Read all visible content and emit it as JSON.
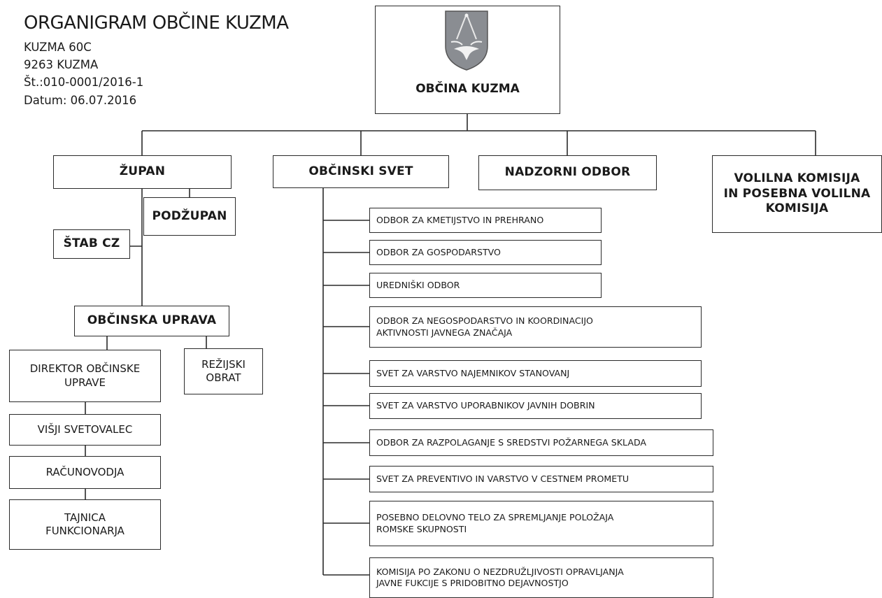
{
  "header": {
    "title": "ORGANIGRAM OBČINE KUZMA",
    "address": "KUZMA 60C",
    "postal": "9263 KUZMA",
    "number": "Št.:010-0001/2016-1",
    "date": "Datum: 06.07.2016"
  },
  "root": {
    "label": "OBČINA KUZMA",
    "crest_icon": "coat-of-arms"
  },
  "top_units": {
    "zupan": "ŽUPAN",
    "obcinski_svet": "OBČINSKI SVET",
    "nadzorni_odbor": "NADZORNI ODBOR",
    "volilna_komisija": "VOLILNA KOMISIJA\nIN POSEBNA VOLILNA\nKOMISIJA"
  },
  "zupan_branch": {
    "podzupan": "PODŽUPAN",
    "stab_cz": "ŠTAB CZ",
    "obcinska_uprava": "OBČINSKA UPRAVA",
    "direktor": "DIREKTOR OBČINSKE\nUPRAVE",
    "rezijski_obrat": "REŽIJSKI\nOBRAT",
    "visji_svetovalec": "VIŠJI SVETOVALEC",
    "racunovodja": "RAČUNOVODJA",
    "tajnica": "TAJNICA\nFUNKCIONARJA"
  },
  "svet_committees": [
    "ODBOR ZA KMETIJSTVO IN PREHRANO",
    "ODBOR ZA GOSPODARSTVO",
    "UREDNIŠKI ODBOR",
    "ODBOR ZA NEGOSPODARSTVO IN KOORDINACIJO\nAKTIVNOSTI JAVNEGA ZNAČAJA",
    "SVET ZA VARSTVO NAJEMNIKOV  STANOVANJ",
    "SVET ZA VARSTVO UPORABNIKOV  JAVNIH DOBRIN",
    "ODBOR ZA RAZPOLAGANJE S SREDSTVI POŽARNEGA SKLADA",
    "SVET ZA PREVENTIVO IN VARSTVO V CESTNEM PROMETU",
    "POSEBNO DELOVNO TELO ZA SPREMLJANJE POLOŽAJA\nROMSKE SKUPNOSTI",
    "KOMISIJA PO ZAKONU O NEZDRUŽLJIVOSTI OPRAVLJANJA\nJAVNE FUKCIJE S PRIDOBITNO DEJAVNOSTJO"
  ],
  "colors": {
    "line": "#2a2a2a",
    "text": "#1a1a1a",
    "crest_field": "#8a8d92"
  }
}
